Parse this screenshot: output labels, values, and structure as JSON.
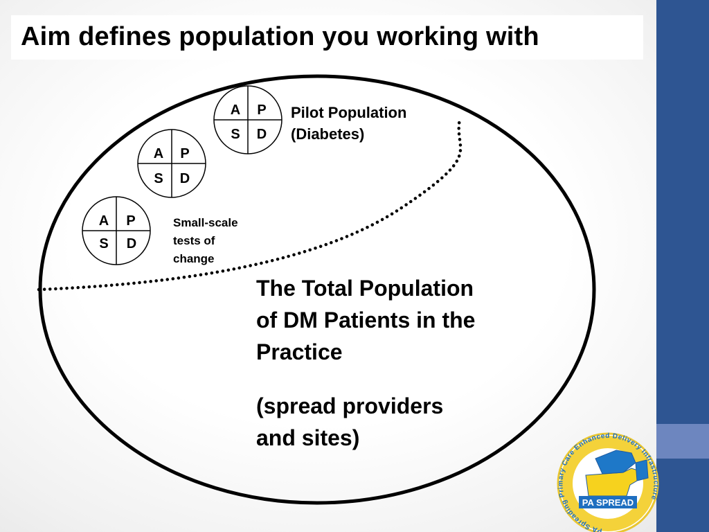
{
  "slide": {
    "title": "Aim defines population you working with"
  },
  "diagram": {
    "pilot_label": [
      "Pilot Population",
      "(Diabetes)"
    ],
    "small_scale_label": [
      "Small-scale",
      "tests of",
      "change"
    ],
    "total_population": [
      "The Total Population",
      "of DM Patients in the",
      "Practice"
    ],
    "spread_note": [
      "(spread providers",
      "and sites)"
    ],
    "pdsa_cycles": [
      {
        "a": "A",
        "p": "P",
        "s": "S",
        "d": "D"
      },
      {
        "a": "A",
        "p": "P",
        "s": "S",
        "d": "D"
      },
      {
        "a": "A",
        "p": "P",
        "s": "S",
        "d": "D"
      }
    ]
  },
  "logo": {
    "name": "PA SPREAD",
    "ring_text": "PA Spreading Primary Care Enhanced Delivery Infrastructure",
    "colors": {
      "ring": "#f4d23a",
      "map_blue": "#1e78c8",
      "map_yellow": "#f6d21e",
      "banner": "#1e6fc0"
    }
  },
  "colors": {
    "sidebar": "#2e5592",
    "sidebar_accent": "#6d86bf"
  }
}
